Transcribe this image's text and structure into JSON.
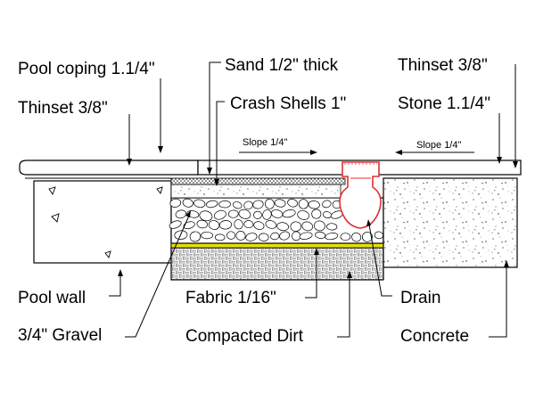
{
  "labels": {
    "pool_coping": "Pool coping 1.1/4\"",
    "thinset_left": "Thinset 3/8\"",
    "sand": "Sand 1/2\" thick",
    "crash_shells": "Crash Shells 1\"",
    "thinset_right": "Thinset 3/8\"",
    "stone": "Stone 1.1/4\"",
    "slope_left": "Slope 1/4\"",
    "slope_right": "Slope 1/4\"",
    "pool_wall": "Pool wall",
    "gravel": "3/4\" Gravel",
    "fabric": "Fabric 1/16\"",
    "compacted_dirt": "Compacted Dirt",
    "drain": "Drain",
    "concrete": "Concrete"
  },
  "colors": {
    "fabric": "#e8e000",
    "drain": "#e03030",
    "line": "#000000"
  }
}
